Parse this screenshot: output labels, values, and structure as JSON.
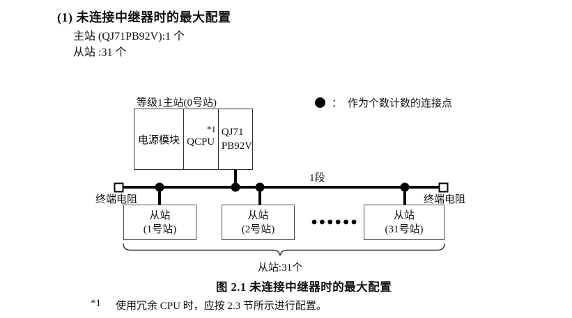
{
  "page": {
    "heading": "(1) 未连接中继器时的最大配置",
    "spec_lines": [
      "主站 (QJ71PB92V):1 个",
      "从站 :31 个"
    ],
    "caption": "图 2.1 未连接中继器时的最大配置",
    "footnote": {
      "marker": "*1",
      "text": "使用冗余 CPU 时，应按 2.3 节所示进行配置。"
    }
  },
  "diagram": {
    "master": {
      "label": "等级1主站(0号站)",
      "power_module": "电源模块",
      "cpu": "QCPU",
      "cpu_note": "*1",
      "network_module_line1": "QJ71",
      "network_module_line2": "PB92V"
    },
    "legend": {
      "colon": "：",
      "text": "作为个数计数的连接点"
    },
    "segment_label": "1段",
    "terminator_left": "终端电阻",
    "terminator_right": "终端电阻",
    "slaves": [
      {
        "line1": "从站",
        "line2": "(1号站)"
      },
      {
        "line1": "从站",
        "line2": "(2号站)"
      },
      {
        "line1": "从站",
        "line2": "(31号站)"
      }
    ],
    "brace_label": "从站:31个"
  },
  "colors": {
    "line": "#000000",
    "box_border": "#4a4a4a",
    "text": "#111111",
    "background": "#ffffff"
  }
}
